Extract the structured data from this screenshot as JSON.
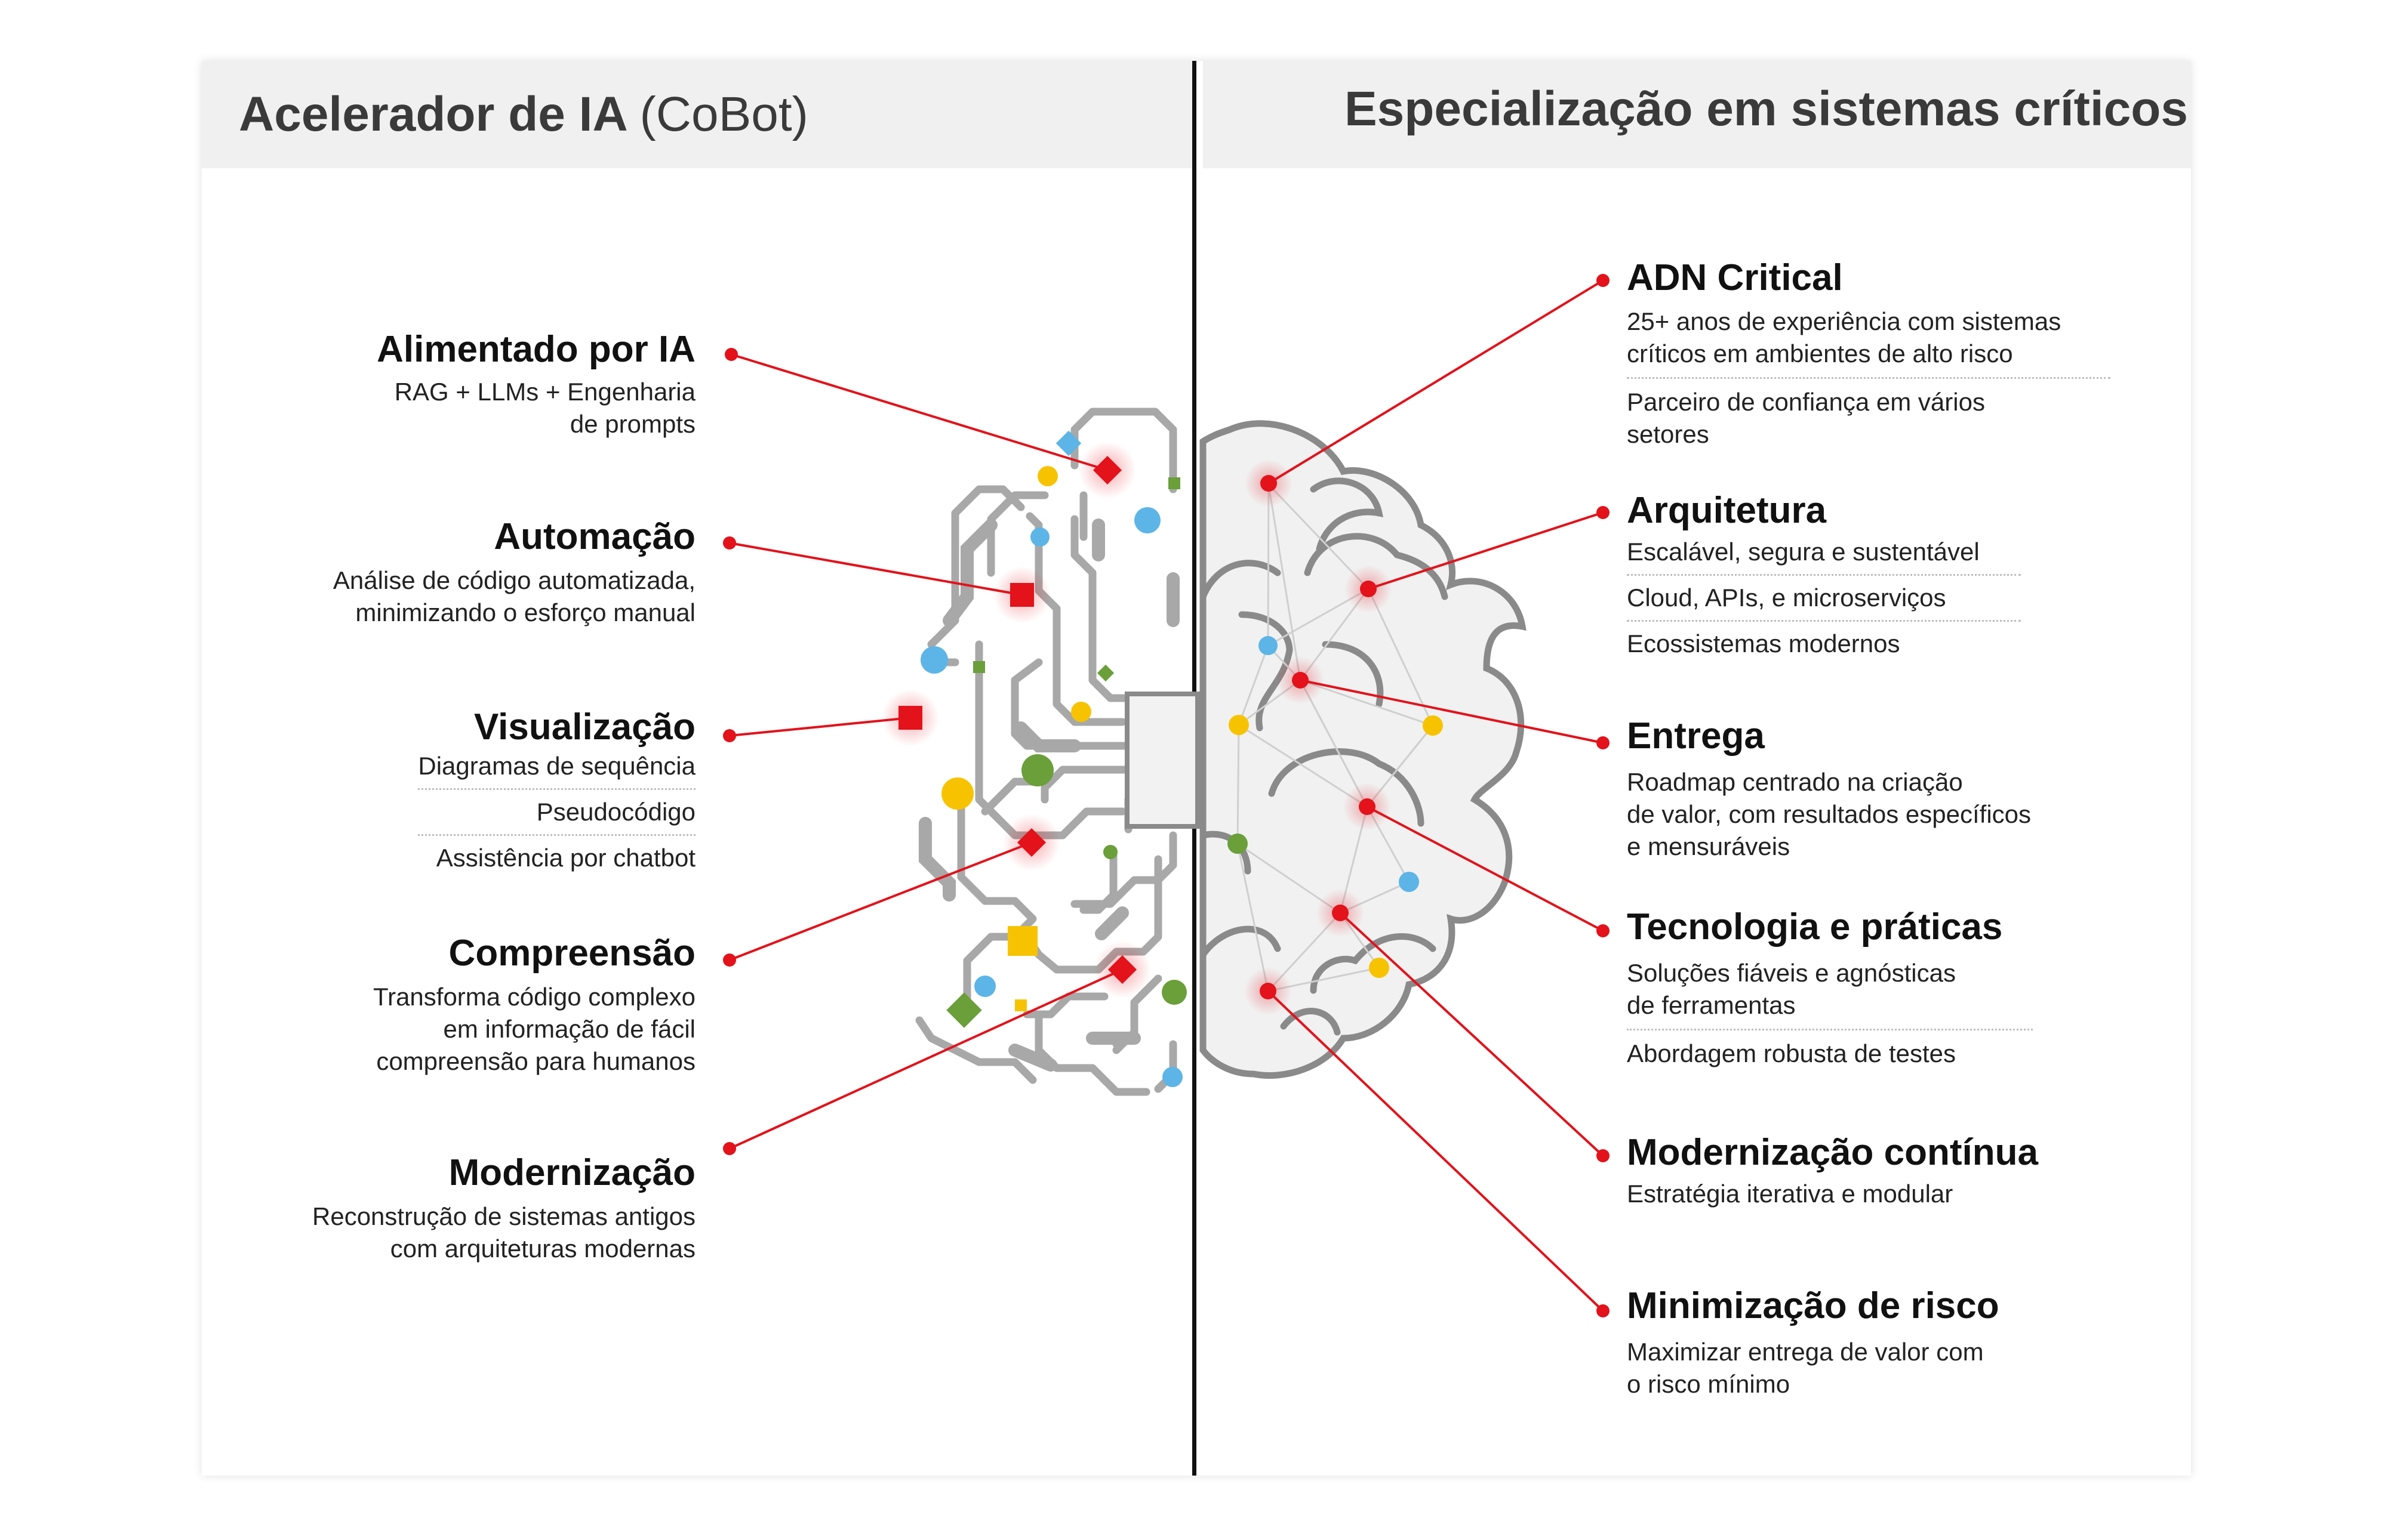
{
  "header": {
    "left_title_bold": "Acelerador de IA",
    "left_title_normal": "(CoBot)",
    "right_title": "Especialização em sistemas críticos"
  },
  "left": [
    {
      "title": "Alimentado por IA",
      "lines": [
        "RAG + LLMs + Engenharia",
        "de prompts"
      ]
    },
    {
      "title": "Automação",
      "lines": [
        "Análise de código automatizada,",
        "minimizando o esforço manual"
      ]
    },
    {
      "title": "Visualização",
      "subs": [
        "Diagramas de sequência",
        "Pseudocódigo",
        "Assistência por chatbot"
      ]
    },
    {
      "title": "Compreensão",
      "lines": [
        "Transforma código complexo",
        "em informação de fácil",
        "compreensão para humanos"
      ]
    },
    {
      "title": "Modernização",
      "lines": [
        "Reconstrução de sistemas antigos",
        "com arquiteturas modernas"
      ]
    }
  ],
  "right": [
    {
      "title": "ADN Critical",
      "groups": [
        [
          "25+ anos de experiência com sistemas",
          "críticos em ambientes de alto risco"
        ],
        [
          "Parceiro de confiança em vários",
          "setores"
        ]
      ]
    },
    {
      "title": "Arquitetura",
      "groups": [
        [
          "Escalável, segura e sustentável"
        ],
        [
          "Cloud, APIs, e microserviços"
        ],
        [
          "Ecossistemas modernos"
        ]
      ]
    },
    {
      "title": "Entrega",
      "groups": [
        [
          "Roadmap centrado na criação",
          "de valor, com resultados específicos",
          "e mensuráveis"
        ]
      ]
    },
    {
      "title": "Tecnologia e práticas",
      "groups": [
        [
          "Soluções fiáveis e agnósticas",
          "de ferramentas"
        ],
        [
          "Abordagem robusta de testes"
        ]
      ]
    },
    {
      "title": "Modernização contínua",
      "groups": [
        [
          "Estratégia iterativa e modular"
        ]
      ]
    },
    {
      "title": "Minimização de risco",
      "groups": [
        [
          "Maximizar entrega de valor com",
          "o risco mínimo"
        ]
      ]
    }
  ],
  "colors": {
    "accent_red": "#e3121b",
    "blue": "#5cb5e6",
    "yellow": "#f7c300",
    "green": "#6a9f3a",
    "circuit_gray": "#a8a8a8",
    "brain_outline": "#8a8a8a",
    "header_bg": "#f0f0f0"
  },
  "icons": [
    "circuit-brain-icon",
    "organic-brain-icon"
  ]
}
